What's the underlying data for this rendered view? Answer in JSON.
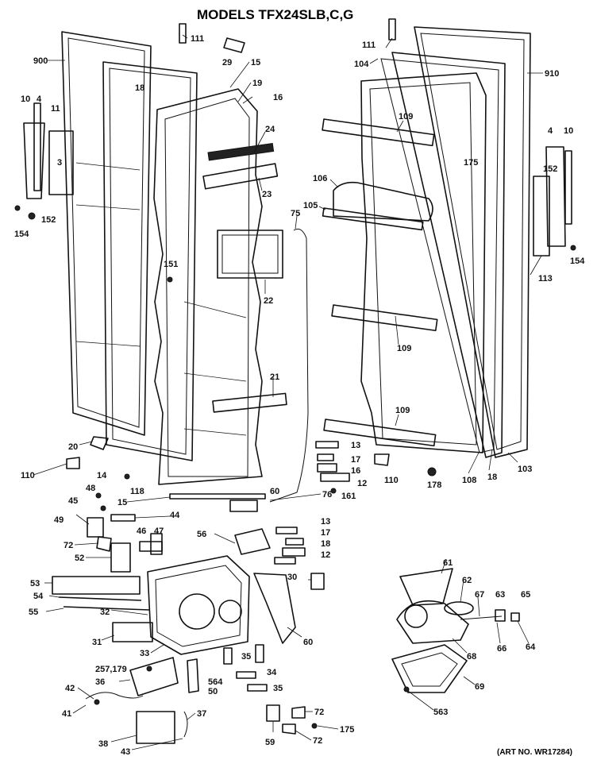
{
  "title": "MODELS TFX24SLB,C,G",
  "art_number": "(ART NO. WR17284)",
  "labels": {
    "l900": "900",
    "l910": "910",
    "l10a": "10",
    "l4a": "4",
    "l11a": "11",
    "l3": "3",
    "l152a": "152",
    "l154a": "154",
    "l111a": "111",
    "l29": "29",
    "l15a": "15",
    "l16a": "16",
    "l19": "19",
    "l18a": "18",
    "l24": "24",
    "l23": "23",
    "l151": "151",
    "l22": "22",
    "l21": "21",
    "l20": "20",
    "l110a": "110",
    "l14": "14",
    "l118": "118",
    "l15b": "15",
    "l60a": "60",
    "l76": "76",
    "l75": "75",
    "l111b": "111",
    "l104": "104",
    "l109a": "109",
    "l175a": "175",
    "l106": "106",
    "l105": "105",
    "l4b": "4",
    "l10b": "10",
    "l152b": "152",
    "l154b": "154",
    "l113": "113",
    "l109b": "109",
    "l109c": "109",
    "l13a": "13",
    "l17a": "17",
    "l16b": "16",
    "l12a": "12",
    "l161": "161",
    "l110b": "110",
    "l178": "178",
    "l108": "108",
    "l18b": "18",
    "l103": "103",
    "l48": "48",
    "l45": "45",
    "l44": "44",
    "l49": "49",
    "l46": "46",
    "l47": "47",
    "l72a": "72",
    "l52": "52",
    "l56": "56",
    "l13b": "13",
    "l17b": "17",
    "l18c": "18",
    "l12b": "12",
    "l30": "30",
    "l53": "53",
    "l54": "54",
    "l55": "55",
    "l32": "32",
    "l31": "31",
    "l33": "33",
    "l60b": "60",
    "l61": "61",
    "l62": "62",
    "l67": "67",
    "l63": "63",
    "l65": "65",
    "l64": "64",
    "l66": "66",
    "l68": "68",
    "l69": "69",
    "l257": "257,179",
    "l36": "36",
    "l35a": "35",
    "l34": "34",
    "l35b": "35",
    "l564": "564",
    "l50": "50",
    "l42": "42",
    "l41": "41",
    "l37": "37",
    "l38": "38",
    "l43": "43",
    "l72b": "72",
    "l175b": "175",
    "l72c": "72",
    "l59": "59",
    "l563": "563"
  }
}
